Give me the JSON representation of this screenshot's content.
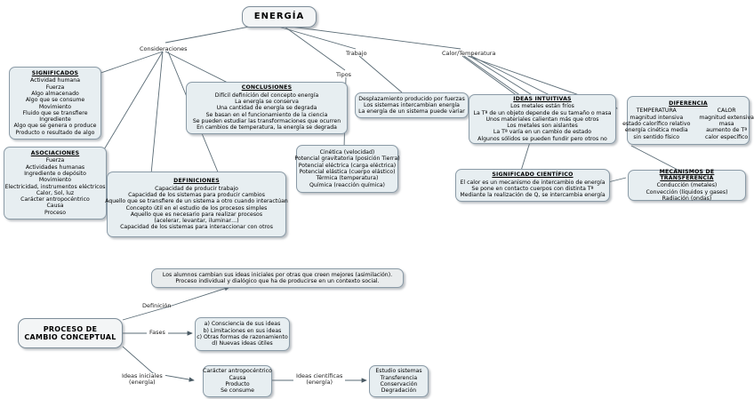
{
  "diagram": {
    "title": "ENERGIA concept map",
    "root": {
      "label": "ENERGÍA"
    },
    "edge_labels": {
      "consideraciones": "Consideraciones",
      "trabajo": "Trabajo",
      "calor_temperatura": "Calor/Temperatura",
      "tipos": "Tipos",
      "definicion": "Definición",
      "fases": "Fases",
      "ideas_iniciales_l1": "Ideas iniciales",
      "ideas_iniciales_l2": "(energía)",
      "ideas_cientificas_l1": "Ideas científicas",
      "ideas_cientificas_l2": "(energía)"
    },
    "nodes": {
      "significados": {
        "title": "SIGNIFICADOS",
        "lines": [
          "Actividad humana",
          "Fuerza",
          "Algo almacenado",
          "Algo que se consume",
          "Movimiento",
          "Fluido que se transfiere",
          "Ingrediente",
          "Algo que se genera o produce",
          "Producto o resultado de algo"
        ]
      },
      "asociaciones": {
        "title": "ASOCIACIONES",
        "lines": [
          "Fuerza",
          "Actividades humanas",
          "Ingrediente o depósito",
          "Movimiento",
          "Electricidad, instrumentos eléctricos",
          "Calor, Sol, luz",
          "Carácter antropocéntrico",
          "Causa",
          "Proceso"
        ]
      },
      "conclusiones": {
        "title": "CONCLUSIONES",
        "lines": [
          "Difícil definición del concepto energía",
          "La energía se conserva",
          "Una cantidad de energía se degrada",
          "Se basan en el funcionamiento de la ciencia",
          "Se pueden estudiar las transformaciones que ocurren",
          "En cambios de temperatura, la energía se degrada"
        ]
      },
      "definiciones": {
        "title": "DEFINICIONES",
        "lines": [
          "Capacidad de producir trabajo",
          "Capacidad de los sistemas para producir cambios",
          "Aquello que se transfiere de un sistema a otro cuando interactúan",
          "Concepto útil en el estudio de los procesos simples",
          "Aquello que es necesario para realizar procesos",
          "(acelerar, levantar, iluminar…)",
          "Capacidad de los sistemas para interaccionar con otros"
        ]
      },
      "trabajo_box": {
        "title": "",
        "lines": [
          "Desplazamiento producido por fuerzas",
          "Los sistemas intercambian energía",
          "La energía de un sistema puede variar"
        ]
      },
      "tipos_box": {
        "title": "",
        "lines": [
          "Cinética (velocidad)",
          "Potencial gravitatoria (posición Tierra)",
          "Potencial eléctrica (carga eléctrica)",
          "Potencial elástica (cuerpo elástico)",
          "Térmica (temperatura)",
          "Química (reacción química)"
        ]
      },
      "ideas_intuitivas": {
        "title": "IDEAS INTUITIVAS",
        "lines": [
          "Los metales están fríos",
          "La Tª de un objeto depende de su tamaño o masa",
          "Unos materiales calientan más que otros",
          "Los metales son aislantes",
          "La Tª varía en un cambio de estado",
          "Algunos sólidos se pueden fundir pero otros no"
        ]
      },
      "diferencia": {
        "title": "DIFERENCIA",
        "col_left": [
          "TEMPERATURA",
          "magnitud intensiva",
          "estado calorífico relativo",
          "energía cinética media",
          "sin sentido físico"
        ],
        "col_right": [
          "CALOR",
          "magnitud extensiva",
          "masa",
          "aumento de Tª",
          "calor específico"
        ]
      },
      "significado_cientifico": {
        "title": "SIGNIFICADO CIENTÍFICO",
        "lines": [
          "El calor es un mecanismo de intercambio de energía",
          "Se pone en contacto cuerpos con distinta Tª",
          "Mediante la realización de Q, se intercambia energía"
        ]
      },
      "mecanismos": {
        "title": "MECANISMOS DE TRANSFERENCIA",
        "lines": [
          "Conducción (metales)",
          "Convección (líquidos y gases)",
          "Radiación (ondas)"
        ]
      },
      "proceso": {
        "title": "",
        "lines": [
          "PROCESO DE",
          "CAMBIO CONCEPTUAL"
        ]
      },
      "asimilacion": {
        "title": "",
        "lines": [
          "Los alumnos cambian sus ideas iniciales por otras que creen mejores (asimilación).",
          "Proceso individual y dialógico que ha de producirse en un contexto social."
        ]
      },
      "fases_box": {
        "title": "",
        "lines": [
          "a) Consciencia de sus ideas",
          "b) Limitaciones en sus ideas",
          "c) Otras formas de razonamiento",
          "d) Nuevas ideas útiles"
        ]
      },
      "caracter": {
        "title": "",
        "lines": [
          "Carácter antropocéntrico",
          "Causa",
          "Producto",
          "Se consume"
        ]
      },
      "estudio": {
        "title": "",
        "lines": [
          "Estudio sistemas",
          "Transferencia",
          "Conservación",
          "Degradación"
        ]
      }
    },
    "colors": {
      "node_fill": "#e7eef1",
      "node_border": "#8a9aa6",
      "root_fill": "#f3f5f6",
      "line": "#5a6b75",
      "text": "#000000",
      "background": "#ffffff"
    }
  }
}
